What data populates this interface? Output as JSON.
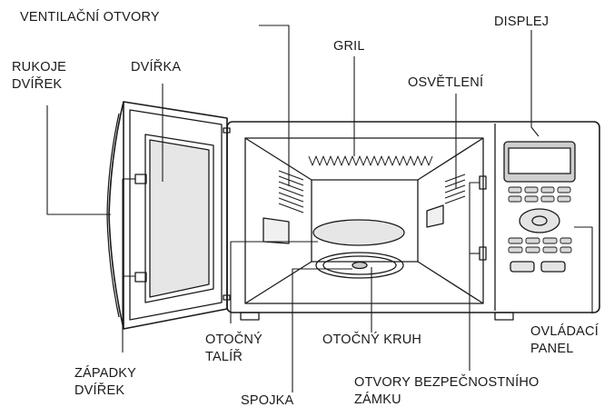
{
  "labels": {
    "ventilacni_otvory": "VENTILAČNÍ OTVORY",
    "gril": "GRIL",
    "displej": "DISPLEJ",
    "rukojet_line1": "RUKOJE",
    "rukojet_line2": "DVÍŘEK",
    "dvirka": "DVÍŘKA",
    "osvetleni": "OSVĚTLENÍ",
    "otocny_talir_line1": "OTOČNÝ",
    "otocny_talir_line2": "TALÍŘ",
    "otocny_kruh": "OTOČNÝ KRUH",
    "ovladaci_panel_line1": "OVLÁDACÍ",
    "ovladaci_panel_line2": "PANEL",
    "zapadky_line1": "ZÁPADKY",
    "zapadky_line2": "DVÍŘEK",
    "spojka": "SPOJKA",
    "otvory_zamku_line1": "OTVORY BEZPEČNOSTNÍHO",
    "otvory_zamku_line2": "ZÁMKU"
  },
  "colors": {
    "line": "#1a1a1a",
    "text": "#1a1a1a",
    "background": "#ffffff"
  }
}
